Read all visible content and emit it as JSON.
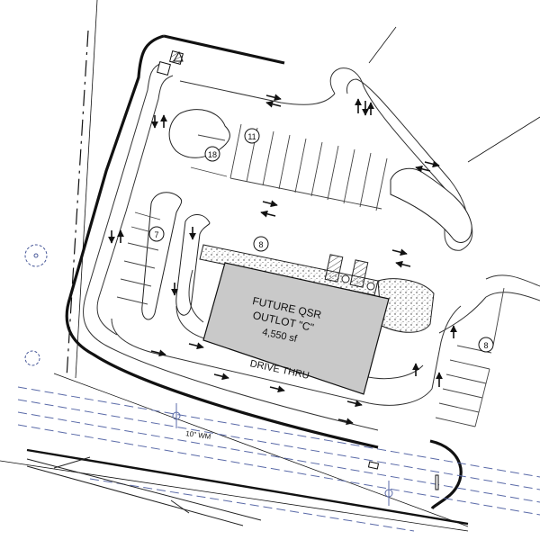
{
  "building": {
    "line1": "FUTURE QSR",
    "line2": "OUTLOT \"C\"",
    "line3": "4,550 sf"
  },
  "drive_thru_label": "DRIVE THRU",
  "utility_label": "10\" WM",
  "parking_counts": [
    "11",
    "18",
    "7",
    "8",
    "8"
  ],
  "colors": {
    "line": "#111111",
    "building_fill": "#c9c9c9",
    "utility": "#5a6aa8",
    "concrete_fill": "#f4f4f4"
  }
}
